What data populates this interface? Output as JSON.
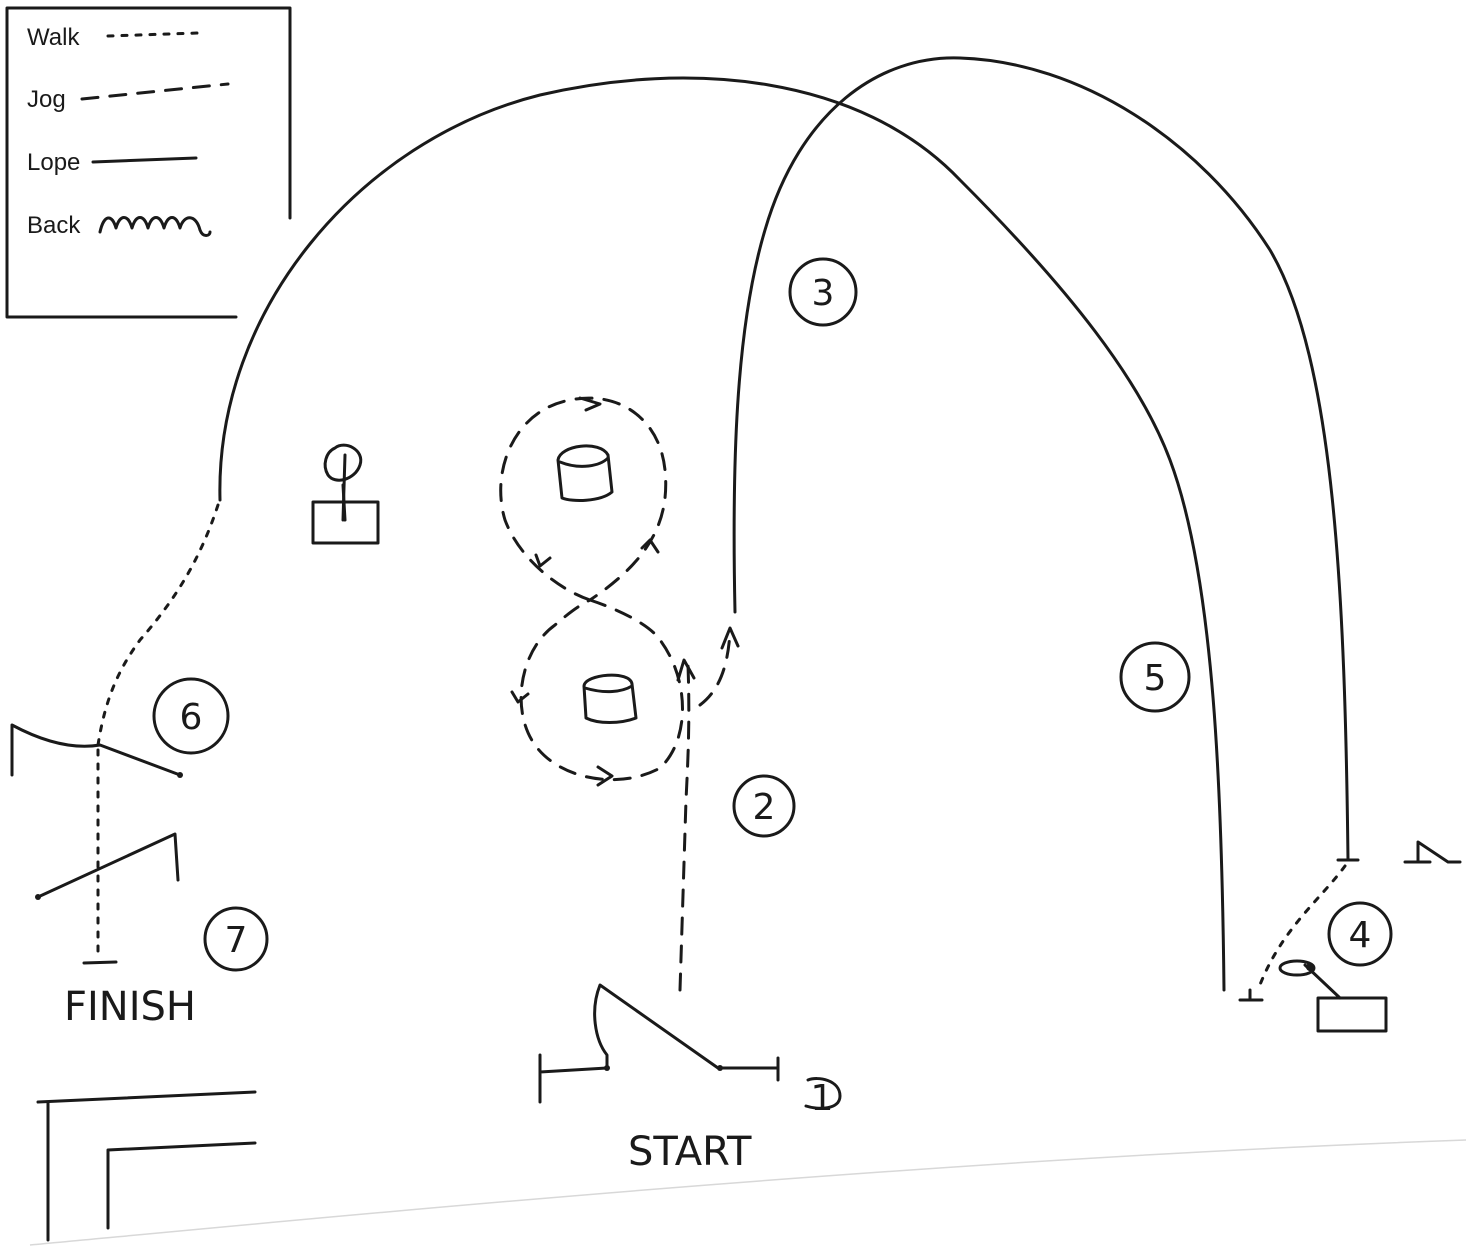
{
  "legend": {
    "walk": "Walk",
    "jog": "Jog",
    "lope": "Lope",
    "back": "Back"
  },
  "labels": {
    "start": "START",
    "finish": "FINISH"
  },
  "steps": [
    "1",
    "2",
    "3",
    "4",
    "5",
    "6",
    "7"
  ]
}
